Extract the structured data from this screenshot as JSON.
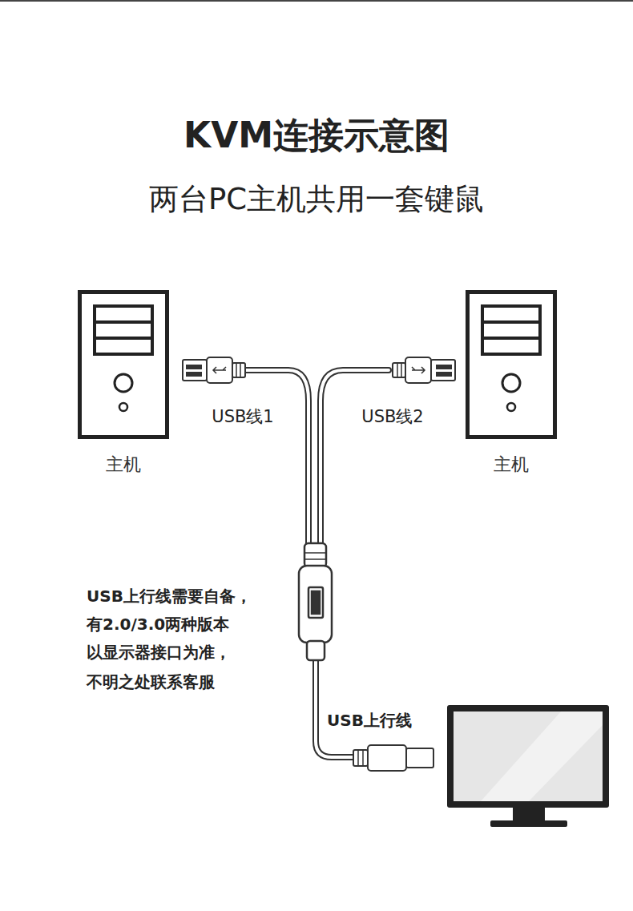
{
  "diagram": {
    "title": "KVM连接示意图",
    "nodes": [
      {
        "text": [
          "主机"
        ]
      },
      {
        "text": [
          "主机"
        ]
      }
    ],
    "labels": [
      "两台PC主机共用一套键鼠",
      "USB线1",
      "USB线2",
      "USB上行线需要自备，",
      "有2.0/3.0两种版本",
      "以显示器接口为准，",
      "不明之处联系客服",
      "USB上行线"
    ]
  }
}
